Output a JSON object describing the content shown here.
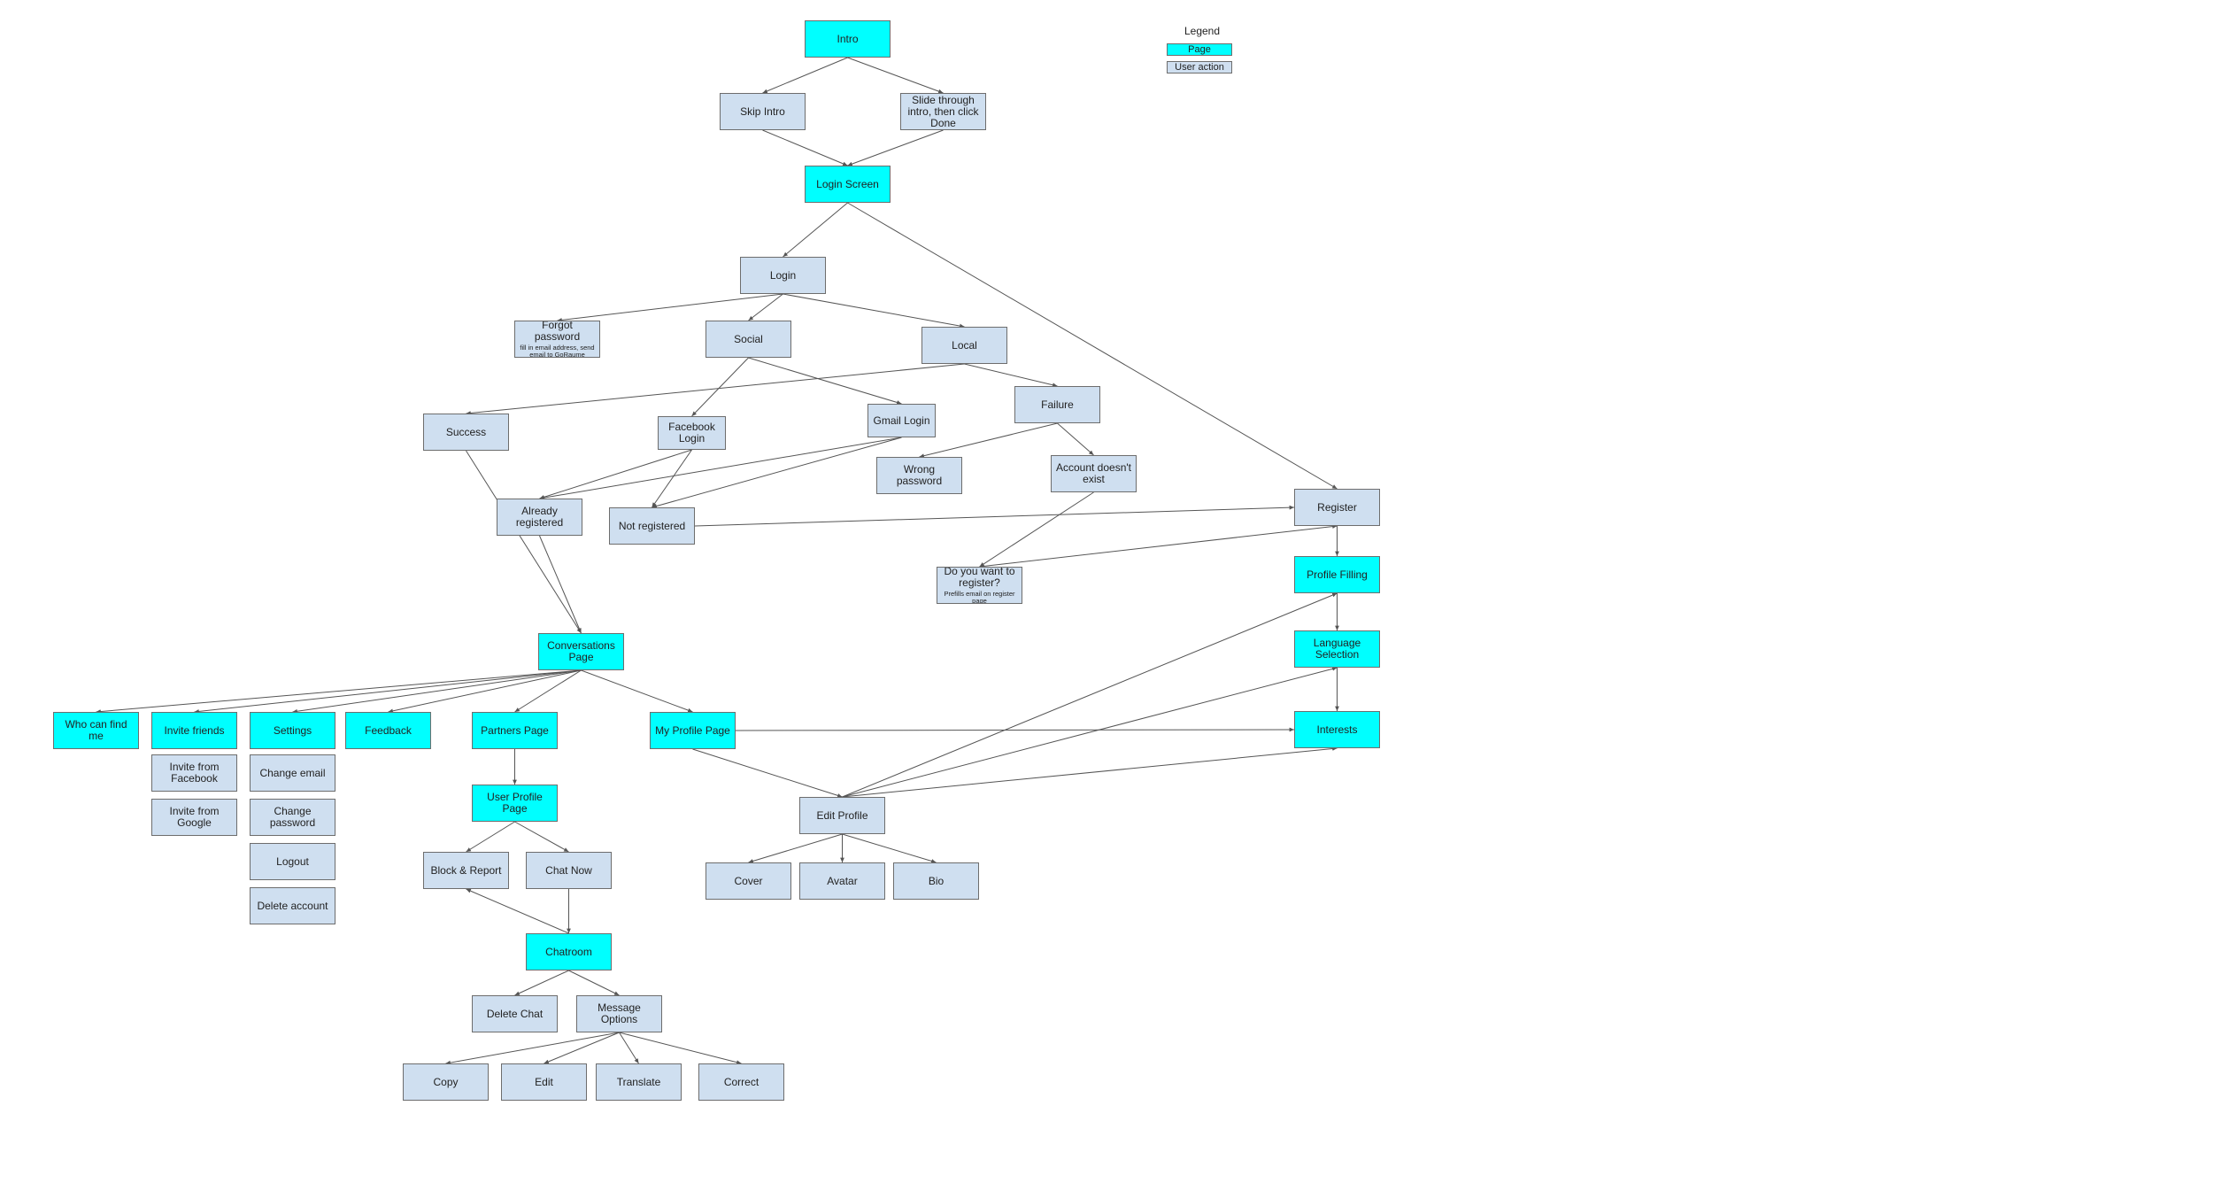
{
  "legend": {
    "title": "Legend",
    "page_label": "Page",
    "action_label": "User action",
    "page_color": "#00ffff",
    "action_color": "#cfdff0"
  },
  "nodes": [
    {
      "id": "intro",
      "label": "Intro",
      "kind": "page"
    },
    {
      "id": "skip-intro",
      "label": "Skip Intro",
      "kind": "action"
    },
    {
      "id": "slide-intro",
      "label": "Slide through intro, then click Done",
      "kind": "action"
    },
    {
      "id": "login-screen",
      "label": "Login Screen",
      "kind": "page"
    },
    {
      "id": "login",
      "label": "Login",
      "kind": "action"
    },
    {
      "id": "forgot-password",
      "label": "Forgot password",
      "sub": "fill in email address, send email to GoRaume",
      "kind": "action"
    },
    {
      "id": "social",
      "label": "Social",
      "kind": "action"
    },
    {
      "id": "local",
      "label": "Local",
      "kind": "action"
    },
    {
      "id": "success",
      "label": "Success",
      "kind": "action"
    },
    {
      "id": "facebook-login",
      "label": "Facebook Login",
      "kind": "action"
    },
    {
      "id": "gmail-login",
      "label": "Gmail Login",
      "kind": "action"
    },
    {
      "id": "failure",
      "label": "Failure",
      "kind": "action"
    },
    {
      "id": "wrong-password",
      "label": "Wrong password",
      "kind": "action"
    },
    {
      "id": "account-doesnt-exist",
      "label": "Account doesn't exist",
      "kind": "action"
    },
    {
      "id": "already-registered",
      "label": "Already registered",
      "kind": "action"
    },
    {
      "id": "not-registered",
      "label": "Not registered",
      "kind": "action"
    },
    {
      "id": "register",
      "label": "Register",
      "kind": "action"
    },
    {
      "id": "want-register",
      "label": "Do you want to register?",
      "sub": "Prefills email on register page",
      "kind": "action"
    },
    {
      "id": "profile-filling",
      "label": "Profile Filling",
      "kind": "page"
    },
    {
      "id": "language-selection",
      "label": "Language Selection",
      "kind": "page"
    },
    {
      "id": "interests",
      "label": "Interests",
      "kind": "page"
    },
    {
      "id": "conversations-page",
      "label": "Conversations Page",
      "kind": "page"
    },
    {
      "id": "who-can-find-me",
      "label": "Who can find me",
      "kind": "page"
    },
    {
      "id": "invite-friends",
      "label": "Invite friends",
      "kind": "page"
    },
    {
      "id": "settings",
      "label": "Settings",
      "kind": "page"
    },
    {
      "id": "feedback",
      "label": "Feedback",
      "kind": "page"
    },
    {
      "id": "partners-page",
      "label": "Partners Page",
      "kind": "page"
    },
    {
      "id": "my-profile-page",
      "label": "My Profile Page",
      "kind": "page"
    },
    {
      "id": "invite-facebook",
      "label": "Invite from Facebook",
      "kind": "action"
    },
    {
      "id": "invite-google",
      "label": "Invite from Google",
      "kind": "action"
    },
    {
      "id": "change-email",
      "label": "Change email",
      "kind": "action"
    },
    {
      "id": "change-password",
      "label": "Change password",
      "kind": "action"
    },
    {
      "id": "logout",
      "label": "Logout",
      "kind": "action"
    },
    {
      "id": "delete-account",
      "label": "Delete account",
      "kind": "action"
    },
    {
      "id": "user-profile-page",
      "label": "User Profile Page",
      "kind": "page"
    },
    {
      "id": "block-report",
      "label": "Block & Report",
      "kind": "action"
    },
    {
      "id": "chat-now",
      "label": "Chat Now",
      "kind": "action"
    },
    {
      "id": "chatroom",
      "label": "Chatroom",
      "kind": "page"
    },
    {
      "id": "delete-chat",
      "label": "Delete Chat",
      "kind": "action"
    },
    {
      "id": "message-options",
      "label": "Message Options",
      "kind": "action"
    },
    {
      "id": "copy",
      "label": "Copy",
      "kind": "action"
    },
    {
      "id": "edit",
      "label": "Edit",
      "kind": "action"
    },
    {
      "id": "translate",
      "label": "Translate",
      "kind": "action"
    },
    {
      "id": "correct",
      "label": "Correct",
      "kind": "action"
    },
    {
      "id": "edit-profile",
      "label": "Edit Profile",
      "kind": "action"
    },
    {
      "id": "cover",
      "label": "Cover",
      "kind": "action"
    },
    {
      "id": "avatar",
      "label": "Avatar",
      "kind": "action"
    },
    {
      "id": "bio",
      "label": "Bio",
      "kind": "action"
    }
  ],
  "edges": [
    {
      "from": "intro",
      "to": "skip-intro"
    },
    {
      "from": "intro",
      "to": "slide-intro"
    },
    {
      "from": "skip-intro",
      "to": "login-screen"
    },
    {
      "from": "slide-intro",
      "to": "login-screen"
    },
    {
      "from": "login-screen",
      "to": "login"
    },
    {
      "from": "login-screen",
      "to": "register"
    },
    {
      "from": "login",
      "to": "forgot-password"
    },
    {
      "from": "login",
      "to": "social"
    },
    {
      "from": "login",
      "to": "local"
    },
    {
      "from": "local",
      "to": "success"
    },
    {
      "from": "local",
      "to": "failure"
    },
    {
      "from": "social",
      "to": "facebook-login"
    },
    {
      "from": "social",
      "to": "gmail-login"
    },
    {
      "from": "facebook-login",
      "to": "already-registered"
    },
    {
      "from": "facebook-login",
      "to": "not-registered"
    },
    {
      "from": "gmail-login",
      "to": "already-registered"
    },
    {
      "from": "gmail-login",
      "to": "not-registered"
    },
    {
      "from": "failure",
      "to": "wrong-password"
    },
    {
      "from": "failure",
      "to": "account-doesnt-exist"
    },
    {
      "from": "account-doesnt-exist",
      "to": "want-register"
    },
    {
      "from": "want-register",
      "to": "register"
    },
    {
      "from": "not-registered",
      "to": "register"
    },
    {
      "from": "success",
      "to": "conversations-page"
    },
    {
      "from": "already-registered",
      "to": "conversations-page"
    },
    {
      "from": "register",
      "to": "profile-filling"
    },
    {
      "from": "profile-filling",
      "to": "language-selection"
    },
    {
      "from": "language-selection",
      "to": "interests"
    },
    {
      "from": "conversations-page",
      "to": "who-can-find-me"
    },
    {
      "from": "conversations-page",
      "to": "invite-friends"
    },
    {
      "from": "conversations-page",
      "to": "settings"
    },
    {
      "from": "conversations-page",
      "to": "feedback"
    },
    {
      "from": "conversations-page",
      "to": "partners-page"
    },
    {
      "from": "conversations-page",
      "to": "my-profile-page"
    },
    {
      "from": "my-profile-page",
      "to": "interests"
    },
    {
      "from": "my-profile-page",
      "to": "edit-profile"
    },
    {
      "from": "edit-profile",
      "to": "profile-filling"
    },
    {
      "from": "edit-profile",
      "to": "language-selection"
    },
    {
      "from": "edit-profile",
      "to": "interests"
    },
    {
      "from": "edit-profile",
      "to": "cover"
    },
    {
      "from": "edit-profile",
      "to": "avatar"
    },
    {
      "from": "edit-profile",
      "to": "bio"
    },
    {
      "from": "partners-page",
      "to": "user-profile-page"
    },
    {
      "from": "user-profile-page",
      "to": "block-report"
    },
    {
      "from": "user-profile-page",
      "to": "chat-now"
    },
    {
      "from": "chat-now",
      "to": "chatroom"
    },
    {
      "from": "chatroom",
      "to": "block-report"
    },
    {
      "from": "chatroom",
      "to": "delete-chat"
    },
    {
      "from": "chatroom",
      "to": "message-options"
    },
    {
      "from": "message-options",
      "to": "copy"
    },
    {
      "from": "message-options",
      "to": "edit"
    },
    {
      "from": "message-options",
      "to": "translate"
    },
    {
      "from": "message-options",
      "to": "correct"
    }
  ]
}
